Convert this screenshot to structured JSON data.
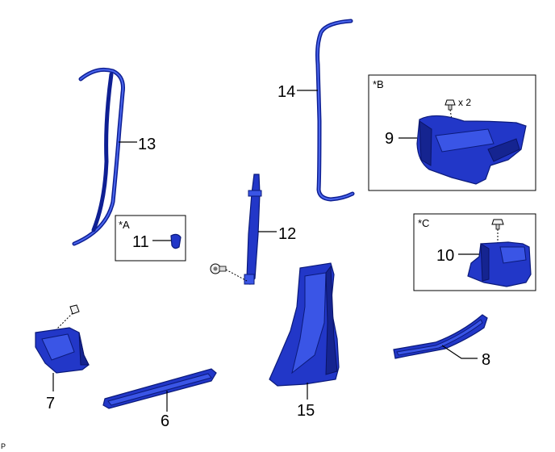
{
  "diagram": {
    "corner_mark": "P",
    "boxes": [
      {
        "id": "A",
        "label": "*A"
      },
      {
        "id": "B",
        "label": "*B"
      },
      {
        "id": "C",
        "label": "*C"
      }
    ],
    "parts": [
      {
        "number": "6"
      },
      {
        "number": "7"
      },
      {
        "number": "8"
      },
      {
        "number": "9"
      },
      {
        "number": "10"
      },
      {
        "number": "11"
      },
      {
        "number": "12"
      },
      {
        "number": "13"
      },
      {
        "number": "14"
      },
      {
        "number": "15"
      }
    ],
    "quantity_note": "x 2"
  }
}
